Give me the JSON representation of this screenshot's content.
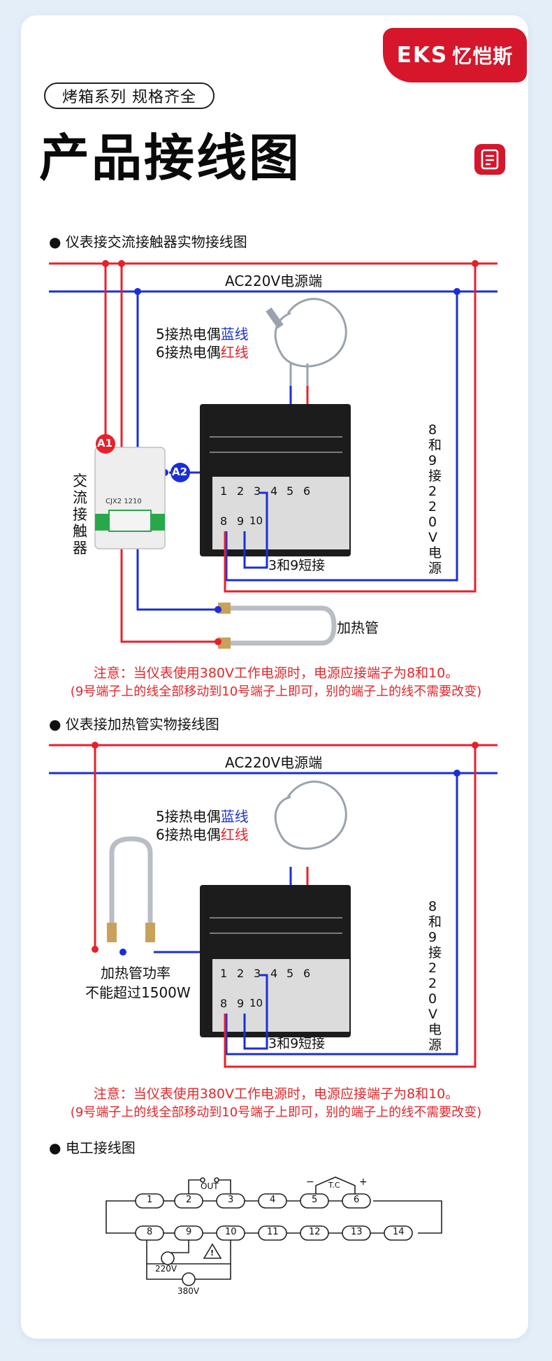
{
  "brand": {
    "en": "EKS",
    "cn": "忆恺斯",
    "color": "#d5162b"
  },
  "series_label": "烤箱系列 规格齐全",
  "page_title": "产品接线图",
  "colors": {
    "live_wire": "#e8202a",
    "neutral_wire": "#1a2fd6",
    "note_text": "#e3262b",
    "device_body": "#1c1c1c"
  },
  "section1": {
    "heading": "仪表接交流接触器实物接线图",
    "power_label": "AC220V电源端",
    "tc_blue_prefix": "5接热电偶",
    "tc_blue_word": "蓝线",
    "tc_red_prefix": "6接热电偶",
    "tc_red_word": "红线",
    "contactor_label": "交流接触器",
    "contactor_model": "CJX2 1210",
    "marker_a1": "A1",
    "marker_a2": "A2",
    "side_label": "8和9接220V电源",
    "short_label": "3和9短接",
    "heater_label": "加热管",
    "note1": "注意：当仪表使用380V工作电源时，电源应接端子为8和10。",
    "note2": "(9号端子上的线全部移动到10号端子上即可，别的端子上的线不需要改变)"
  },
  "section2": {
    "heading": "仪表接加热管实物接线图",
    "power_label": "AC220V电源端",
    "tc_blue_prefix": "5接热电偶",
    "tc_blue_word": "蓝线",
    "tc_red_prefix": "6接热电偶",
    "tc_red_word": "红线",
    "heater_line1": "加热管功率",
    "heater_line2": "不能超过1500W",
    "side_label": "8和9接220V电源",
    "short_label": "3和9短接",
    "note1": "注意：当仪表使用380V工作电源时，电源应接端子为8和10。",
    "note2": "(9号端子上的线全部移动到10号端子上即可，别的端子上的线不需要改变)"
  },
  "terminals": {
    "top": [
      "1",
      "2",
      "3",
      "4",
      "5",
      "6"
    ],
    "bottom": [
      "8",
      "9",
      "10"
    ]
  },
  "section3": {
    "heading": "电工接线图",
    "out_label": "OUT",
    "tc_label": "T.C",
    "tc_minus": "−",
    "tc_plus": "+",
    "top_row": [
      "1",
      "2",
      "3",
      "4",
      "5",
      "6"
    ],
    "bottom_row": [
      "8",
      "9",
      "10",
      "11",
      "12",
      "13",
      "14"
    ],
    "v220": "220V",
    "v380": "380V",
    "warning_glyph": "!"
  }
}
